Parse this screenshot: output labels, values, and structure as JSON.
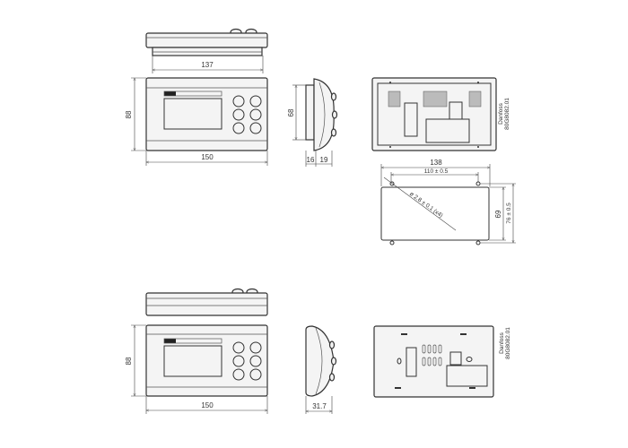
{
  "title": "Controller dimensional drawing",
  "brand_label": "Danfoss",
  "part_number": "80G8082.01",
  "upper_set": {
    "top_view_width": "137",
    "front_height": "88",
    "front_width": "150",
    "side_height": "68",
    "side_depth_a": "16",
    "side_depth_b": "19",
    "back_label": {
      "brand": "Danfoss",
      "code": "80G8082.01"
    }
  },
  "cutout": {
    "overall_width": "138",
    "hole_spacing_x": "110 ± 0.5",
    "hole_diameter": "ø 2.8 ± 0.1 (x4)",
    "cutout_height": "69",
    "hole_spacing_y": "76 ± 0.5"
  },
  "lower_set": {
    "front_height": "88",
    "front_width": "150",
    "side_depth": "31.7",
    "back_label": {
      "brand": "Danfoss",
      "code": "80G8082.01"
    }
  }
}
